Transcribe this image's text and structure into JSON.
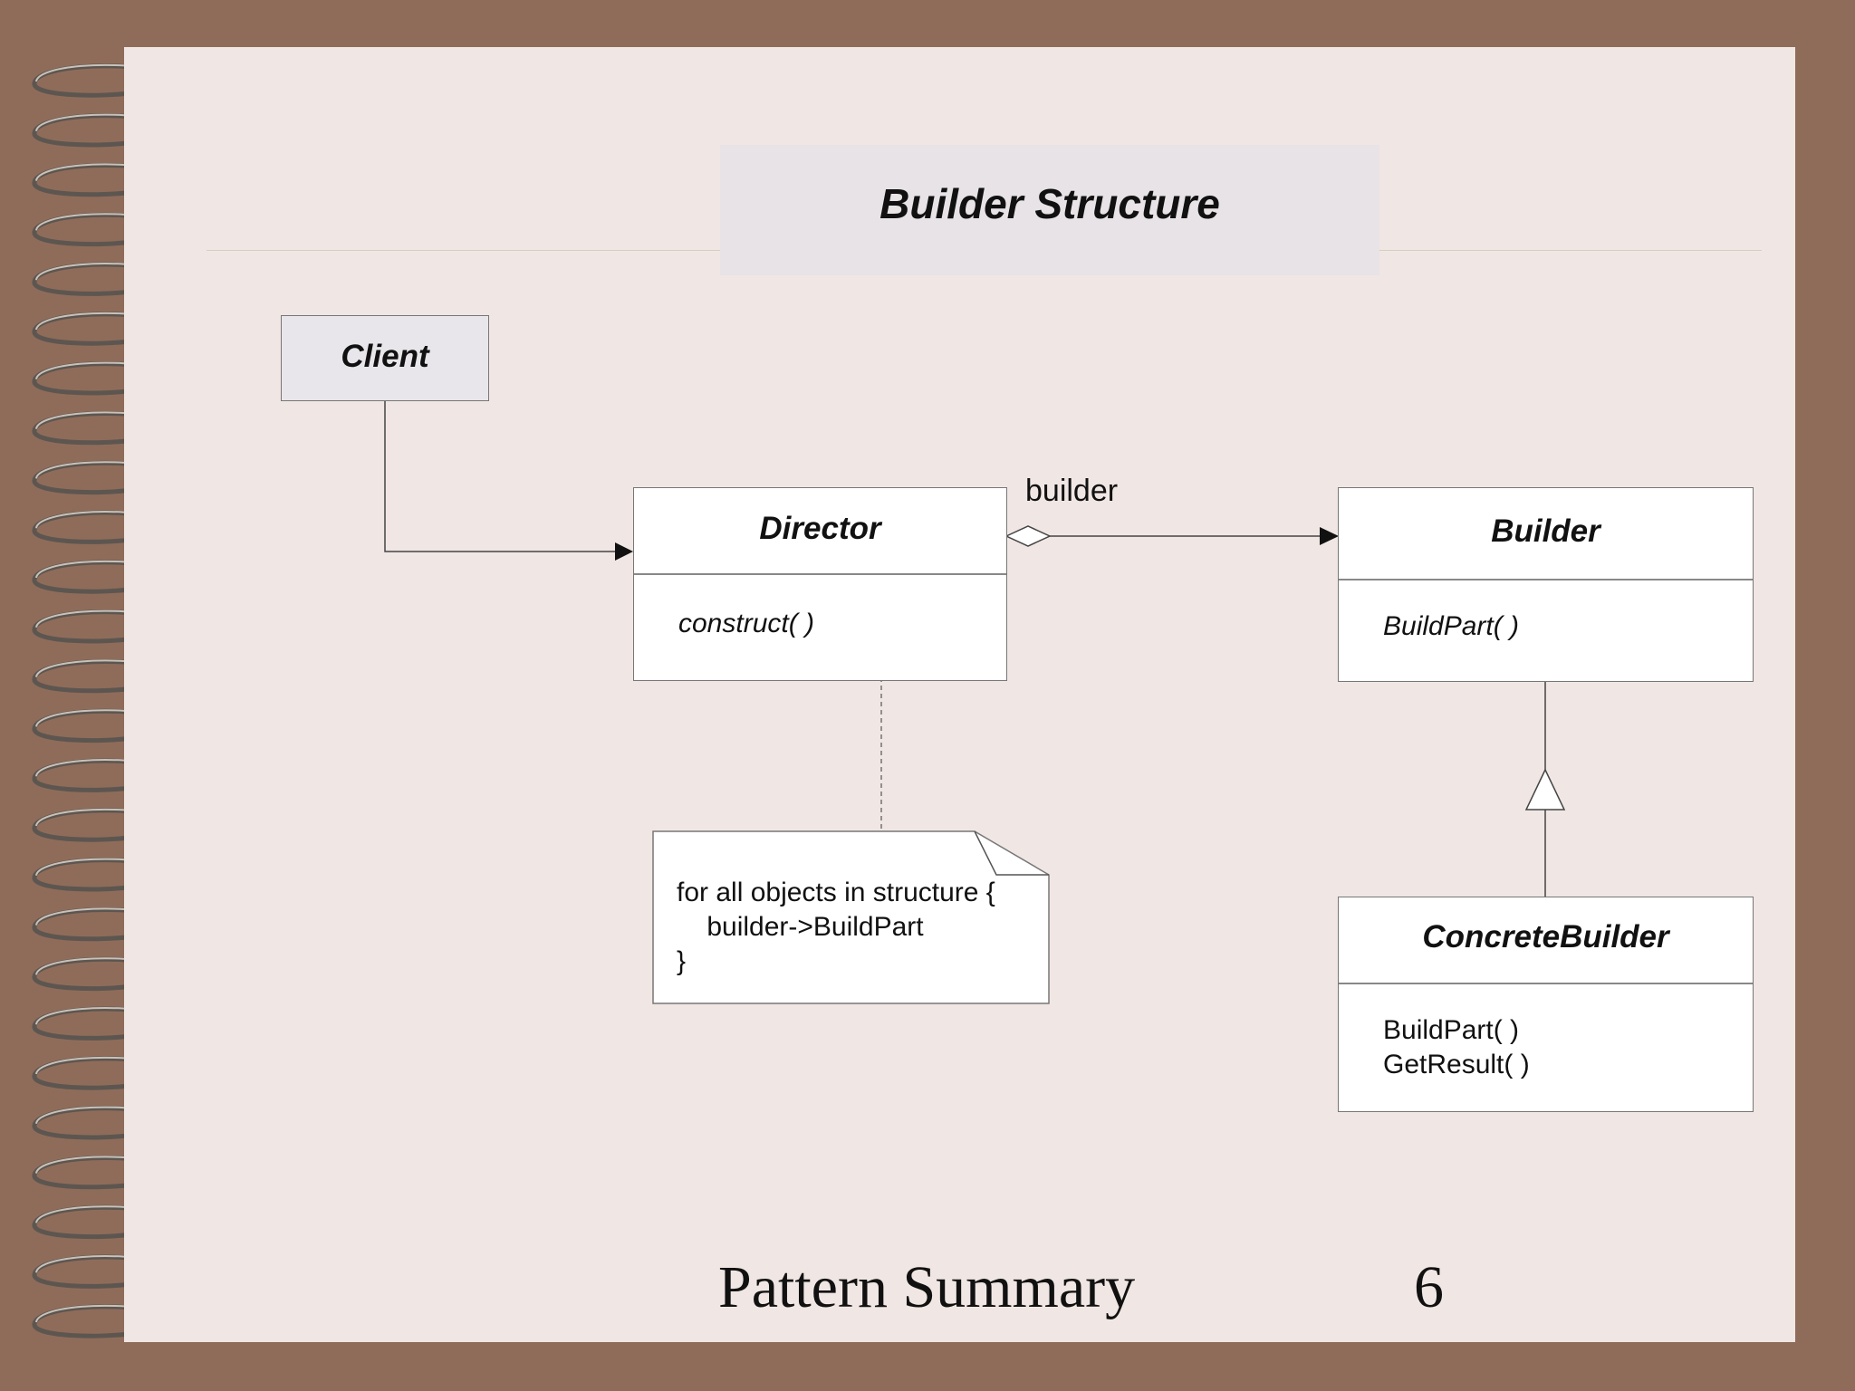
{
  "title": "Builder Structure",
  "classes": {
    "client": {
      "name": "Client"
    },
    "director": {
      "name": "Director",
      "operations": [
        "construct( )"
      ]
    },
    "builder": {
      "name": "Builder",
      "operations": [
        "BuildPart( )"
      ]
    },
    "concrete_builder": {
      "name": "ConcreteBuilder",
      "operations": [
        "BuildPart( )",
        "GetResult( )"
      ]
    }
  },
  "association_label": "builder",
  "note": {
    "lines": [
      "for all objects in structure {",
      "    builder->BuildPart",
      "}"
    ]
  },
  "footer": {
    "text": "Pattern Summary",
    "page_number": "6"
  }
}
